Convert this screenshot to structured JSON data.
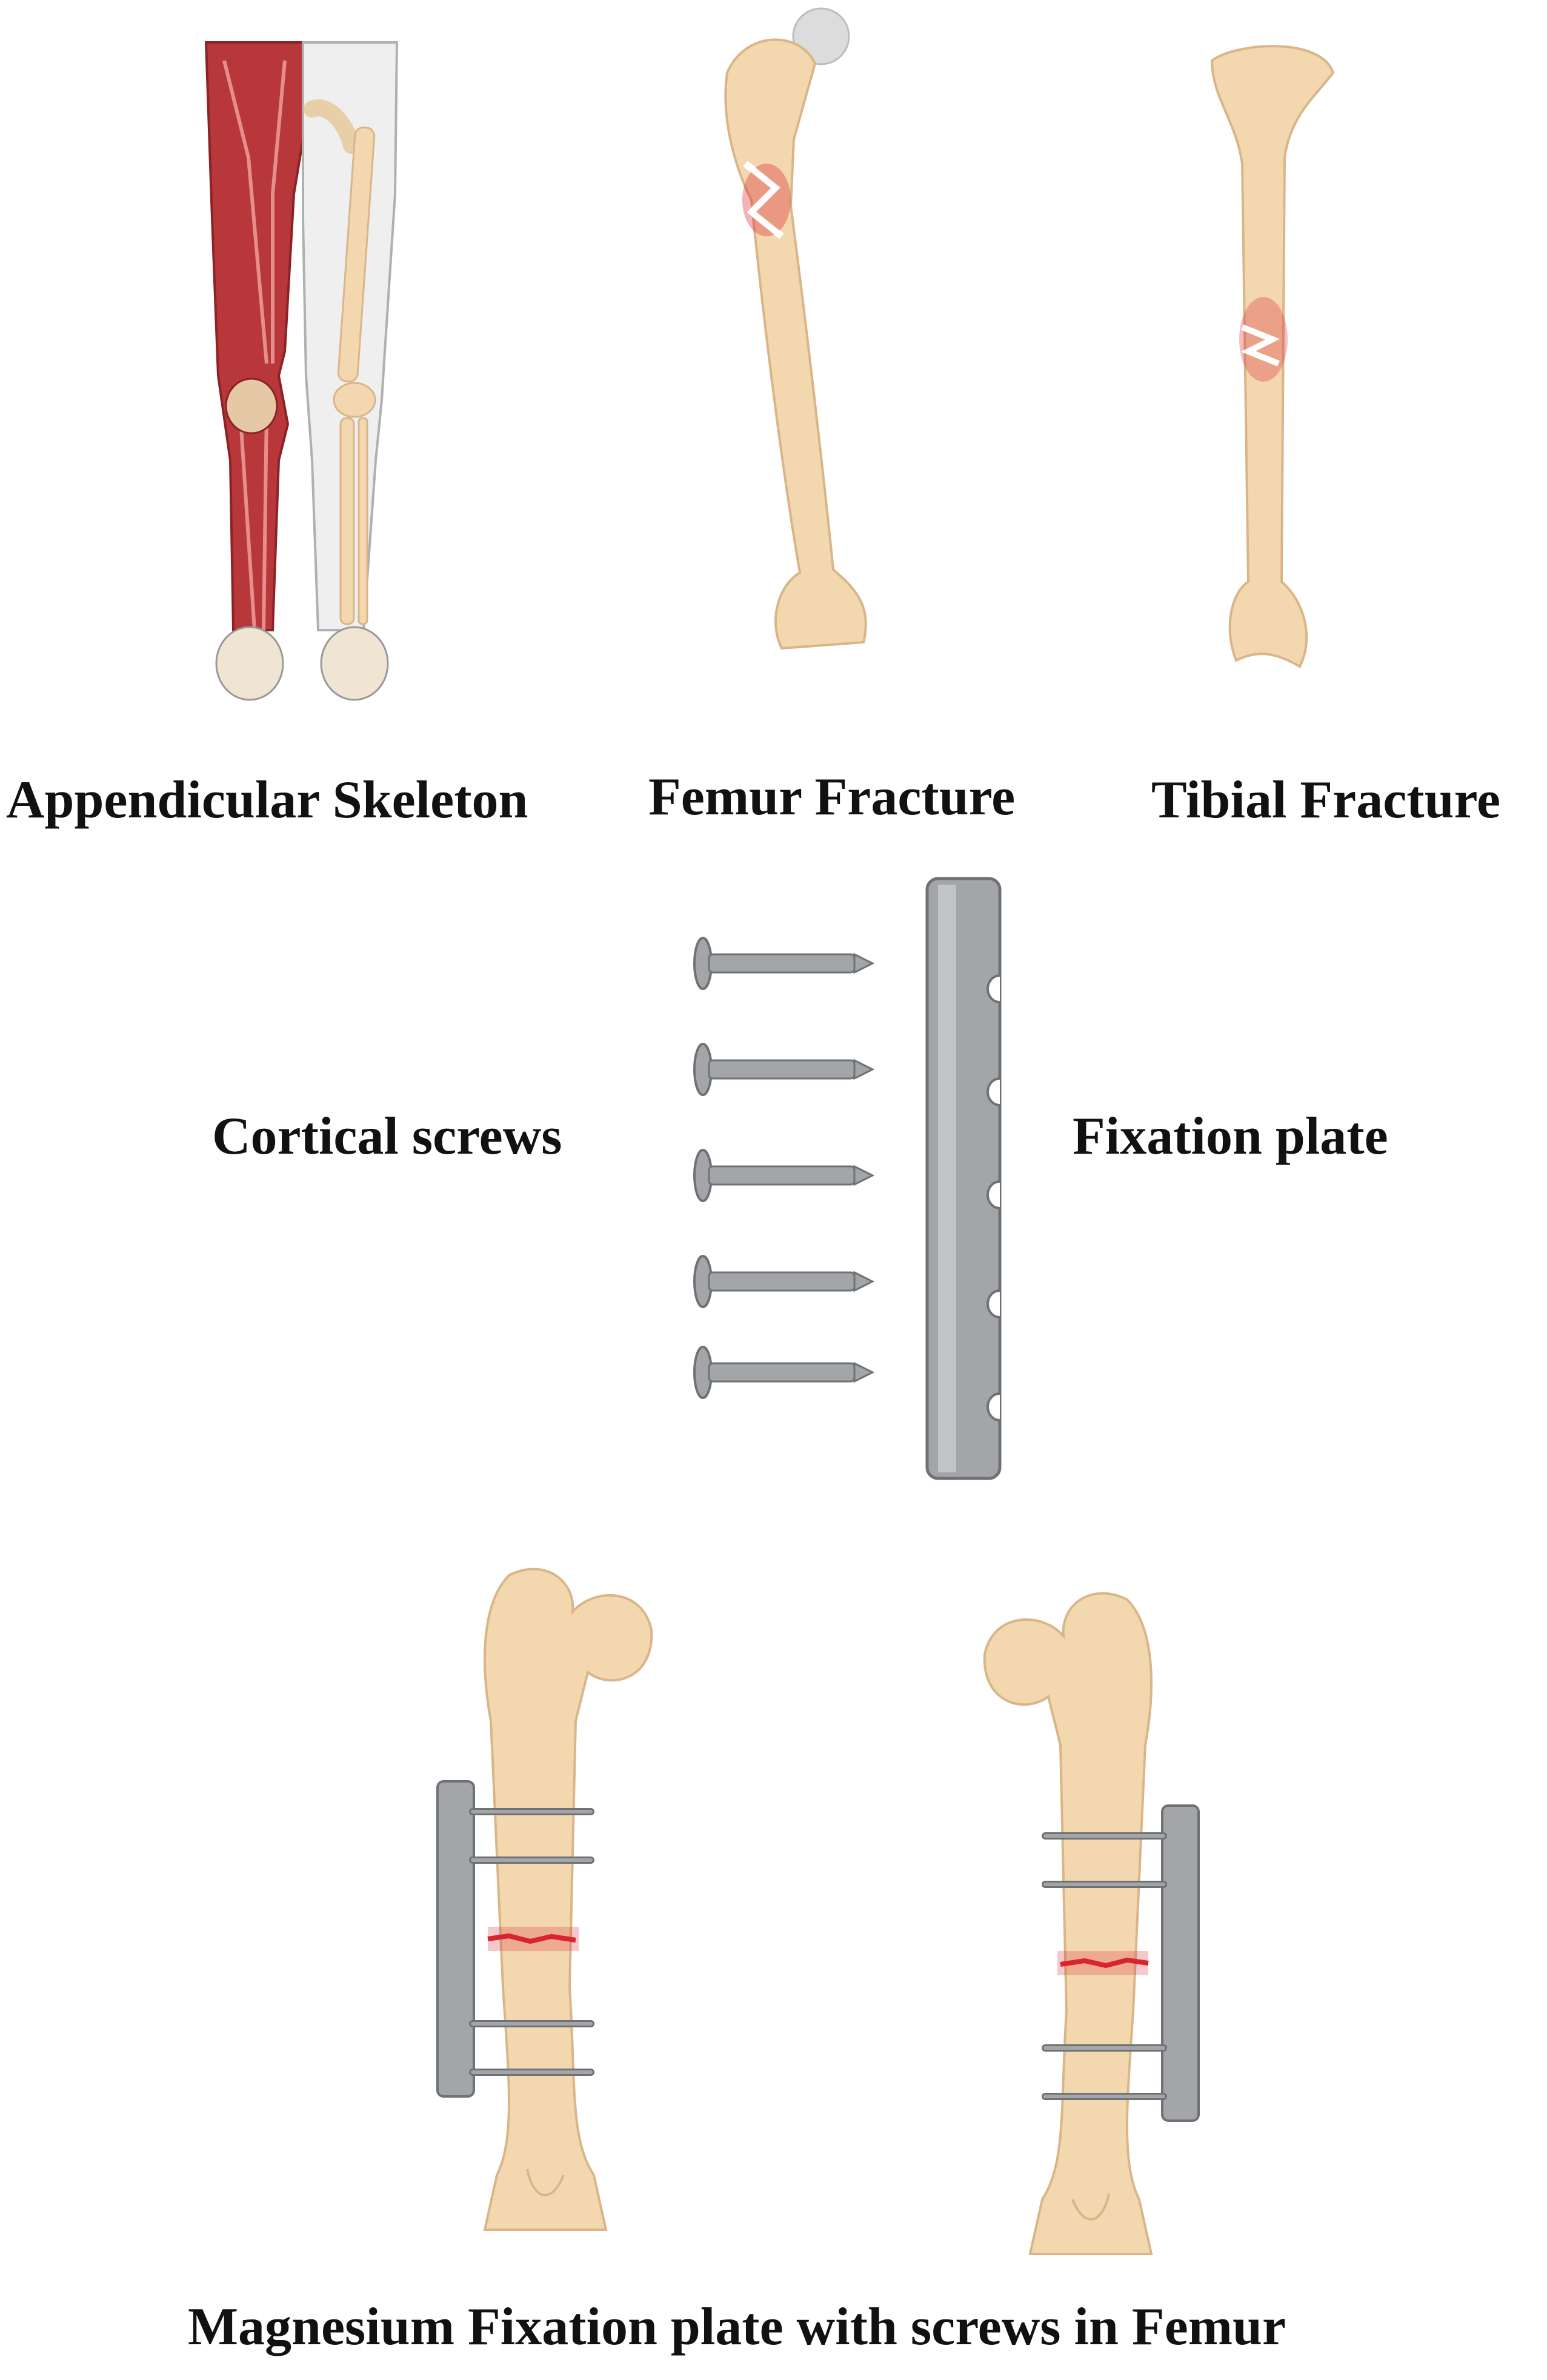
{
  "panels": {
    "appendicular": {
      "label": "Appendicular Skeleton"
    },
    "femur": {
      "label": "Femur Fracture"
    },
    "tibia": {
      "label": "Tibial Fracture"
    },
    "screws": {
      "label": "Cortical screws"
    },
    "plate": {
      "label": "Fixation plate"
    },
    "bottom": {
      "label": "Magnesium Fixation plate with screws in Femur"
    }
  },
  "colors": {
    "bone": "#f3d7ae",
    "bone_shade": "#d9b68a",
    "muscle": "#b8373b",
    "fracture": "#d9232e",
    "metal": "#a3a5a8",
    "metal_dark": "#6f7275"
  }
}
